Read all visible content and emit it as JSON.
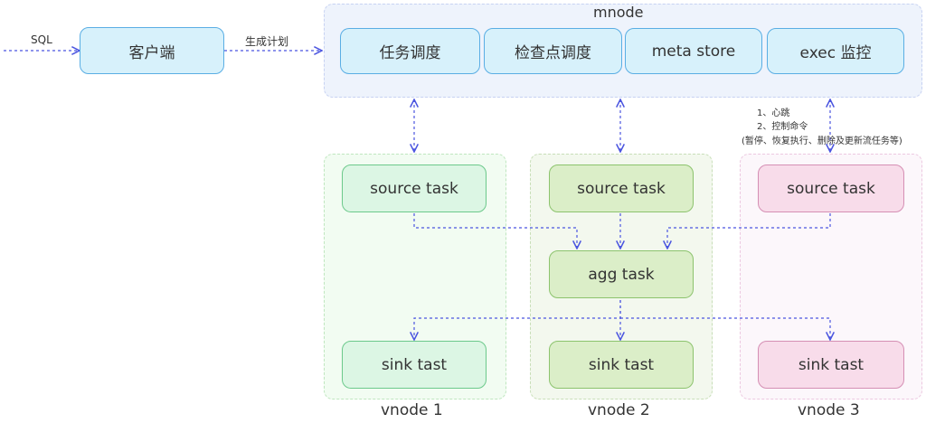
{
  "left": {
    "sql_label": "SQL",
    "client": "客户端",
    "plan_label": "生成计划"
  },
  "mnode": {
    "title": "mnode",
    "modules": [
      "任务调度",
      "检查点调度",
      "meta store",
      "exec 监控"
    ]
  },
  "annotation": {
    "line1": "1、心跳",
    "line2": "2、控制命令",
    "line3": "(暂停、恢复执行、删除及更新流任务等)"
  },
  "vnodes": [
    {
      "label": "vnode 1",
      "source": "source task",
      "sink": "sink tast"
    },
    {
      "label": "vnode 2",
      "source": "source task",
      "agg": "agg task",
      "sink": "sink tast"
    },
    {
      "label": "vnode 3",
      "source": "source task",
      "sink": "sink tast"
    }
  ],
  "colors": {
    "arrow": "#4b55e0",
    "client_fill": "#d7f1fb",
    "vnode1_task": "#dcf6e4",
    "vnode2_task": "#dbeec8",
    "vnode3_task": "#f8dcea"
  }
}
